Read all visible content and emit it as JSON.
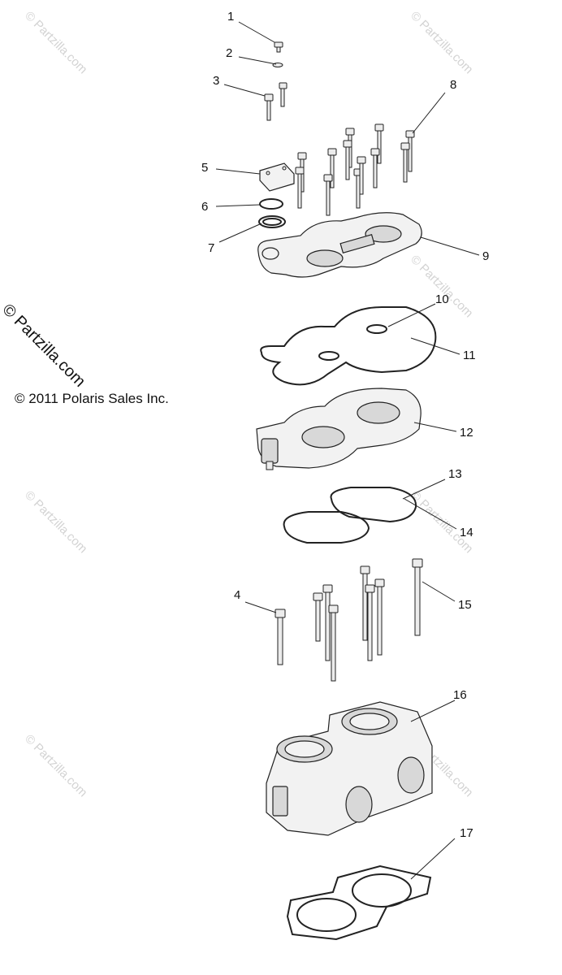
{
  "copyright": "© 2011 Polaris Sales Inc.",
  "side_watermark": "© Partzilla.com",
  "background_watermark": "© Partzilla.com",
  "callouts": [
    {
      "id": "1",
      "label": "1"
    },
    {
      "id": "2",
      "label": "2"
    },
    {
      "id": "3",
      "label": "3"
    },
    {
      "id": "4",
      "label": "4"
    },
    {
      "id": "5",
      "label": "5"
    },
    {
      "id": "6",
      "label": "6"
    },
    {
      "id": "7",
      "label": "7"
    },
    {
      "id": "8",
      "label": "8"
    },
    {
      "id": "9",
      "label": "9"
    },
    {
      "id": "10",
      "label": "10"
    },
    {
      "id": "11",
      "label": "11"
    },
    {
      "id": "12",
      "label": "12"
    },
    {
      "id": "13",
      "label": "13"
    },
    {
      "id": "14",
      "label": "14"
    },
    {
      "id": "15",
      "label": "15"
    },
    {
      "id": "16",
      "label": "16"
    },
    {
      "id": "17",
      "label": "17"
    }
  ]
}
